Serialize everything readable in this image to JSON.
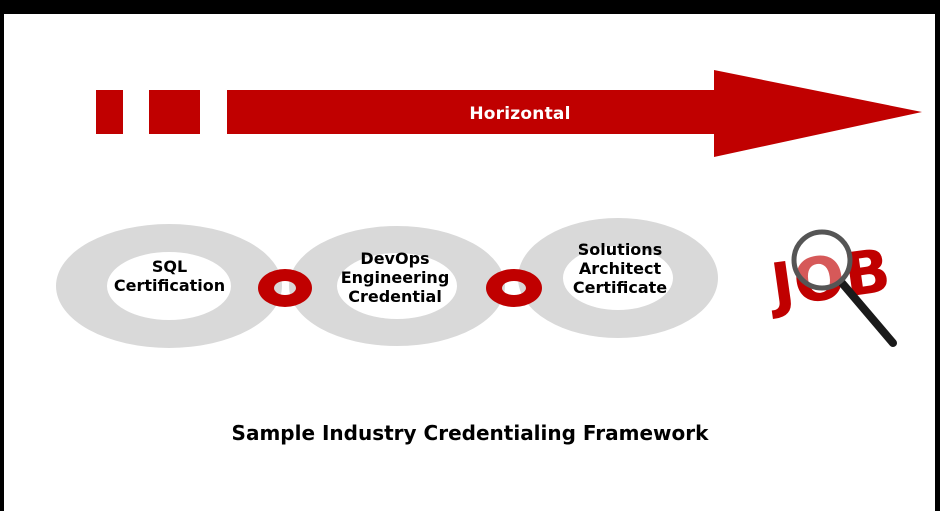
{
  "arrow": {
    "label": "Horizontal",
    "color": "#c00000"
  },
  "nodes": [
    {
      "id": "sql",
      "lines": [
        "SQL",
        "Certification"
      ]
    },
    {
      "id": "devops",
      "lines": [
        "DevOps",
        "Engineering",
        "Credential"
      ]
    },
    {
      "id": "solutions",
      "lines": [
        "Solutions",
        "Architect",
        "Certificate"
      ]
    }
  ],
  "job_icon": {
    "text": "JOB",
    "color": "#c00000"
  },
  "caption": "Sample Industry Credentialing Framework",
  "colors": {
    "ring": "#d9d9d9",
    "connector": "#c00000",
    "frame": "#000000"
  }
}
